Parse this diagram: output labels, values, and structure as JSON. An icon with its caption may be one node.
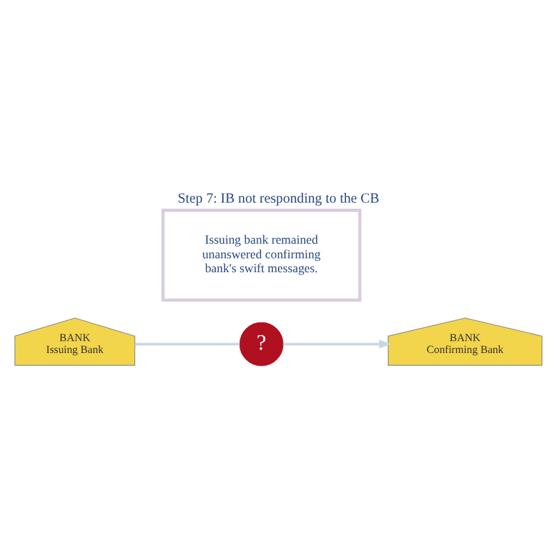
{
  "diagram": {
    "title": "Step 7: IB not responding to the CB",
    "nodes": [
      {
        "text": [
          "BANK",
          "Issuing Bank"
        ]
      },
      {
        "text": [
          "?"
        ]
      },
      {
        "text": [
          "BANK",
          "Confirming Bank"
        ]
      },
      {
        "text": [
          "Issuing bank remained unanswered confirming bank's swift messages."
        ]
      }
    ],
    "edges": [
      {
        "from": 0,
        "to": 1,
        "arrow": "none",
        "color": "#c9d6e2"
      },
      {
        "from": 1,
        "to": 2,
        "arrow": "to",
        "color": "#c9d6e2"
      }
    ]
  }
}
